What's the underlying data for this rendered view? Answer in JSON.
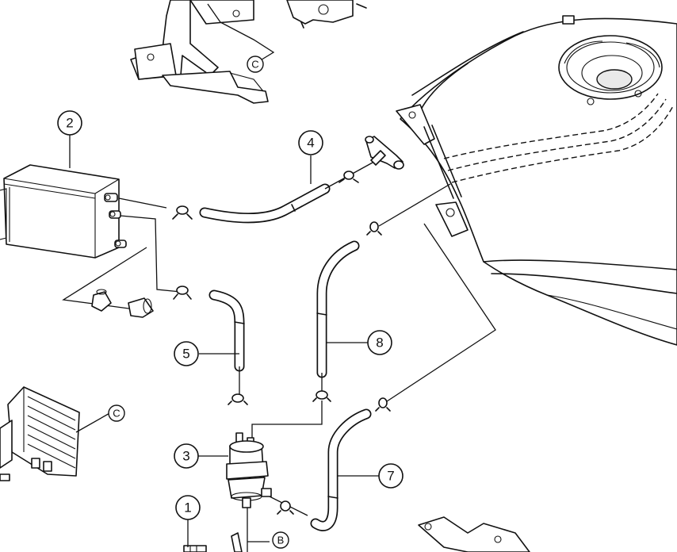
{
  "callouts": {
    "c1": "1",
    "c2": "2",
    "c3": "3",
    "c4": "4",
    "c5": "5",
    "c7": "7",
    "c8": "8"
  },
  "letters": {
    "c_top": "C",
    "c_right": "C",
    "b_bottom": "B"
  }
}
